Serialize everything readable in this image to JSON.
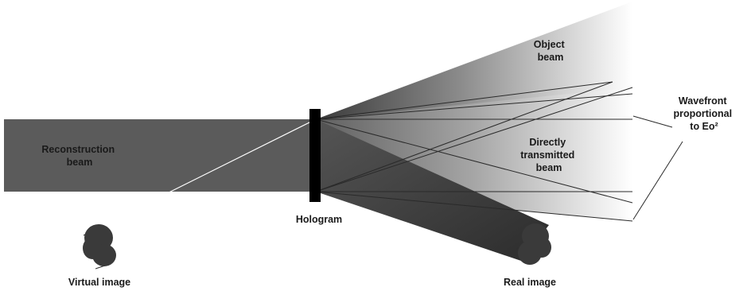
{
  "labels": {
    "reconstruction_beam": [
      "Reconstruction",
      "beam"
    ],
    "object_beam": [
      "Object",
      "beam"
    ],
    "directly_transmitted_beam": [
      "Directly",
      "transmitted",
      "beam"
    ],
    "wavefront": [
      "Wavefront",
      "proportional",
      "to Eo²"
    ],
    "hologram": "Hologram",
    "virtual_image": "Virtual image",
    "real_image": "Real image"
  },
  "colors": {
    "beam_dark": "#5b5b5b",
    "hologram_plate": "#000000",
    "real_image_beam": "#3f3f3f",
    "line": "#2a2a2a"
  }
}
